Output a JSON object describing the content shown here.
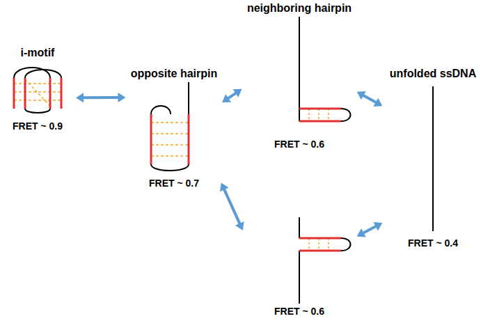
{
  "diagram": {
    "nodes": [
      {
        "text": [
          "i-motif",
          "FRET ~ 0.9"
        ]
      },
      {
        "text": [
          "opposite hairpin",
          "FRET ~ 0.7"
        ]
      },
      {
        "text": [
          "neighboring hairpin",
          "FRET ~ 0.6"
        ]
      },
      {
        "text": [
          "FRET ~ 0.6"
        ]
      },
      {
        "text": [
          "unfolded ssDNA",
          "FRET ~ 0.4"
        ]
      }
    ],
    "edges": [
      {
        "from": 0,
        "to": 1,
        "arrow": "both"
      },
      {
        "from": 1,
        "to": 2,
        "arrow": "both"
      },
      {
        "from": 1,
        "to": 3,
        "arrow": "both"
      },
      {
        "from": 2,
        "to": 4,
        "arrow": "both"
      },
      {
        "from": 3,
        "to": 4,
        "arrow": "both"
      }
    ]
  }
}
